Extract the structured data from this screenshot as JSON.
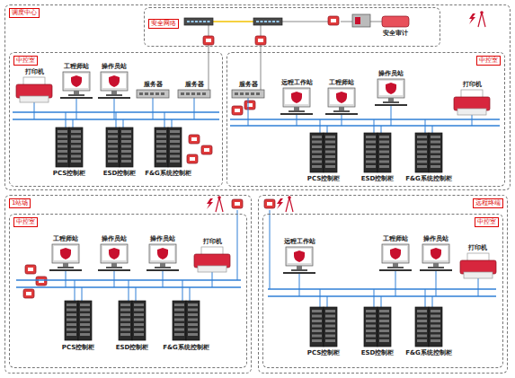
{
  "diagram": {
    "nodes": [
      {
        "text": [
          "调度中心"
        ]
      },
      {
        "text": [
          "安全网络"
        ],
        "in": 0
      },
      {
        "text": [
          "中控室"
        ],
        "in": 0
      },
      {
        "text": [
          "中控室"
        ],
        "in": 0
      },
      {
        "text": [
          "1站场"
        ]
      },
      {
        "text": [
          "中控室"
        ],
        "in": 4
      },
      {
        "text": [
          "远程终端"
        ]
      },
      {
        "text": [
          "中控室"
        ],
        "in": 6
      }
    ],
    "labels": [
      "安全审计",
      "打印机",
      "工程师站",
      "操作员站",
      "服务器",
      "服务器",
      "PCS控制柜",
      "ESD控制柜",
      "F&G系统控制柜",
      "服务器",
      "远程工作站",
      "工程师站",
      "操作员站",
      "打印机",
      "PCS控制柜",
      "ESD控制柜",
      "F&G系统控制柜",
      "工程师站",
      "操作员站",
      "操作员站",
      "打印机",
      "PCS控制柜",
      "ESD控制柜",
      "F&G系统控制柜",
      "远程工作站",
      "工程师站",
      "操作员站",
      "打印机",
      "PCS控制柜",
      "ESD控制柜",
      "F&G系统控制柜"
    ]
  }
}
